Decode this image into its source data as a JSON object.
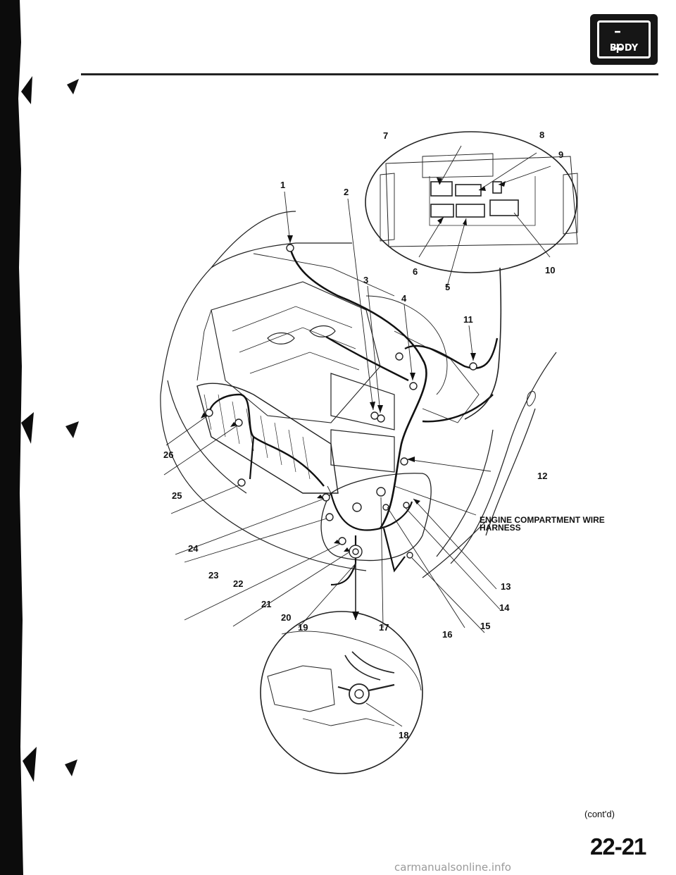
{
  "badge": {
    "symbols": "– +",
    "label": "BODY"
  },
  "callouts": {
    "c1": "1",
    "c2": "2",
    "c3": "3",
    "c4": "4",
    "c5": "5",
    "c6": "6",
    "c7": "7",
    "c8": "8",
    "c9": "9",
    "c10": "10",
    "c11": "11",
    "c12": "12",
    "c13": "13",
    "c14": "14",
    "c15": "15",
    "c16": "16",
    "c17": "17",
    "c18": "18",
    "c19": "19",
    "c20": "20",
    "c21": "21",
    "c22": "22",
    "c23": "23",
    "c24": "24",
    "c25": "25",
    "c26": "26"
  },
  "harness_label": "ENGINE COMPARTMENT WIRE HARNESS",
  "continued": "(cont'd)",
  "page_number": "22-21",
  "footer_watermark": "carmanualsonline.info"
}
